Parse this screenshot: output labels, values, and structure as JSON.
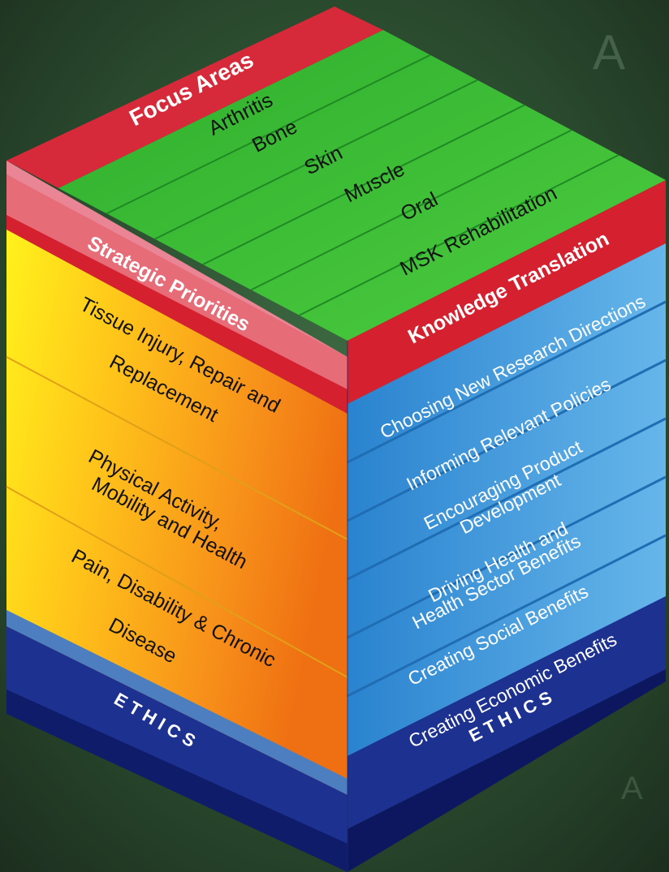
{
  "top_face": {
    "header": "Focus Areas",
    "items": [
      "Arthritis",
      "Bone",
      "Skin",
      "Muscle",
      "Oral",
      "MSK Rehabilitation"
    ]
  },
  "left_face": {
    "header": "Strategic Priorities",
    "blocks": [
      [
        "Tissue Injury, Repair and",
        "Replacement"
      ],
      [
        "Physical Activity,",
        "Mobility and Health"
      ],
      [
        "Pain, Disability & Chronic",
        "Disease"
      ]
    ],
    "footer": "E T H I C S"
  },
  "right_face": {
    "header": "Knowledge Translation",
    "items": [
      [
        "Choosing New Research Directions"
      ],
      [
        "Informing Relevant Policies"
      ],
      [
        "Encouraging Product",
        "Development"
      ],
      [
        "Driving Health and",
        "Health Sector Benefits"
      ],
      [
        "Creating Social Benefits"
      ],
      [
        "Creating Economic Benefits"
      ]
    ],
    "footer": "E T H I C S"
  },
  "colors": {
    "background": "#2e4a30",
    "focus_green": "#35b534",
    "header_red": "#d5212f",
    "priority_yellow": "#ffe21a",
    "priority_orange": "#f07a12",
    "kt_blue": "#3b96d8",
    "ethics_navy": "#1d3190"
  }
}
